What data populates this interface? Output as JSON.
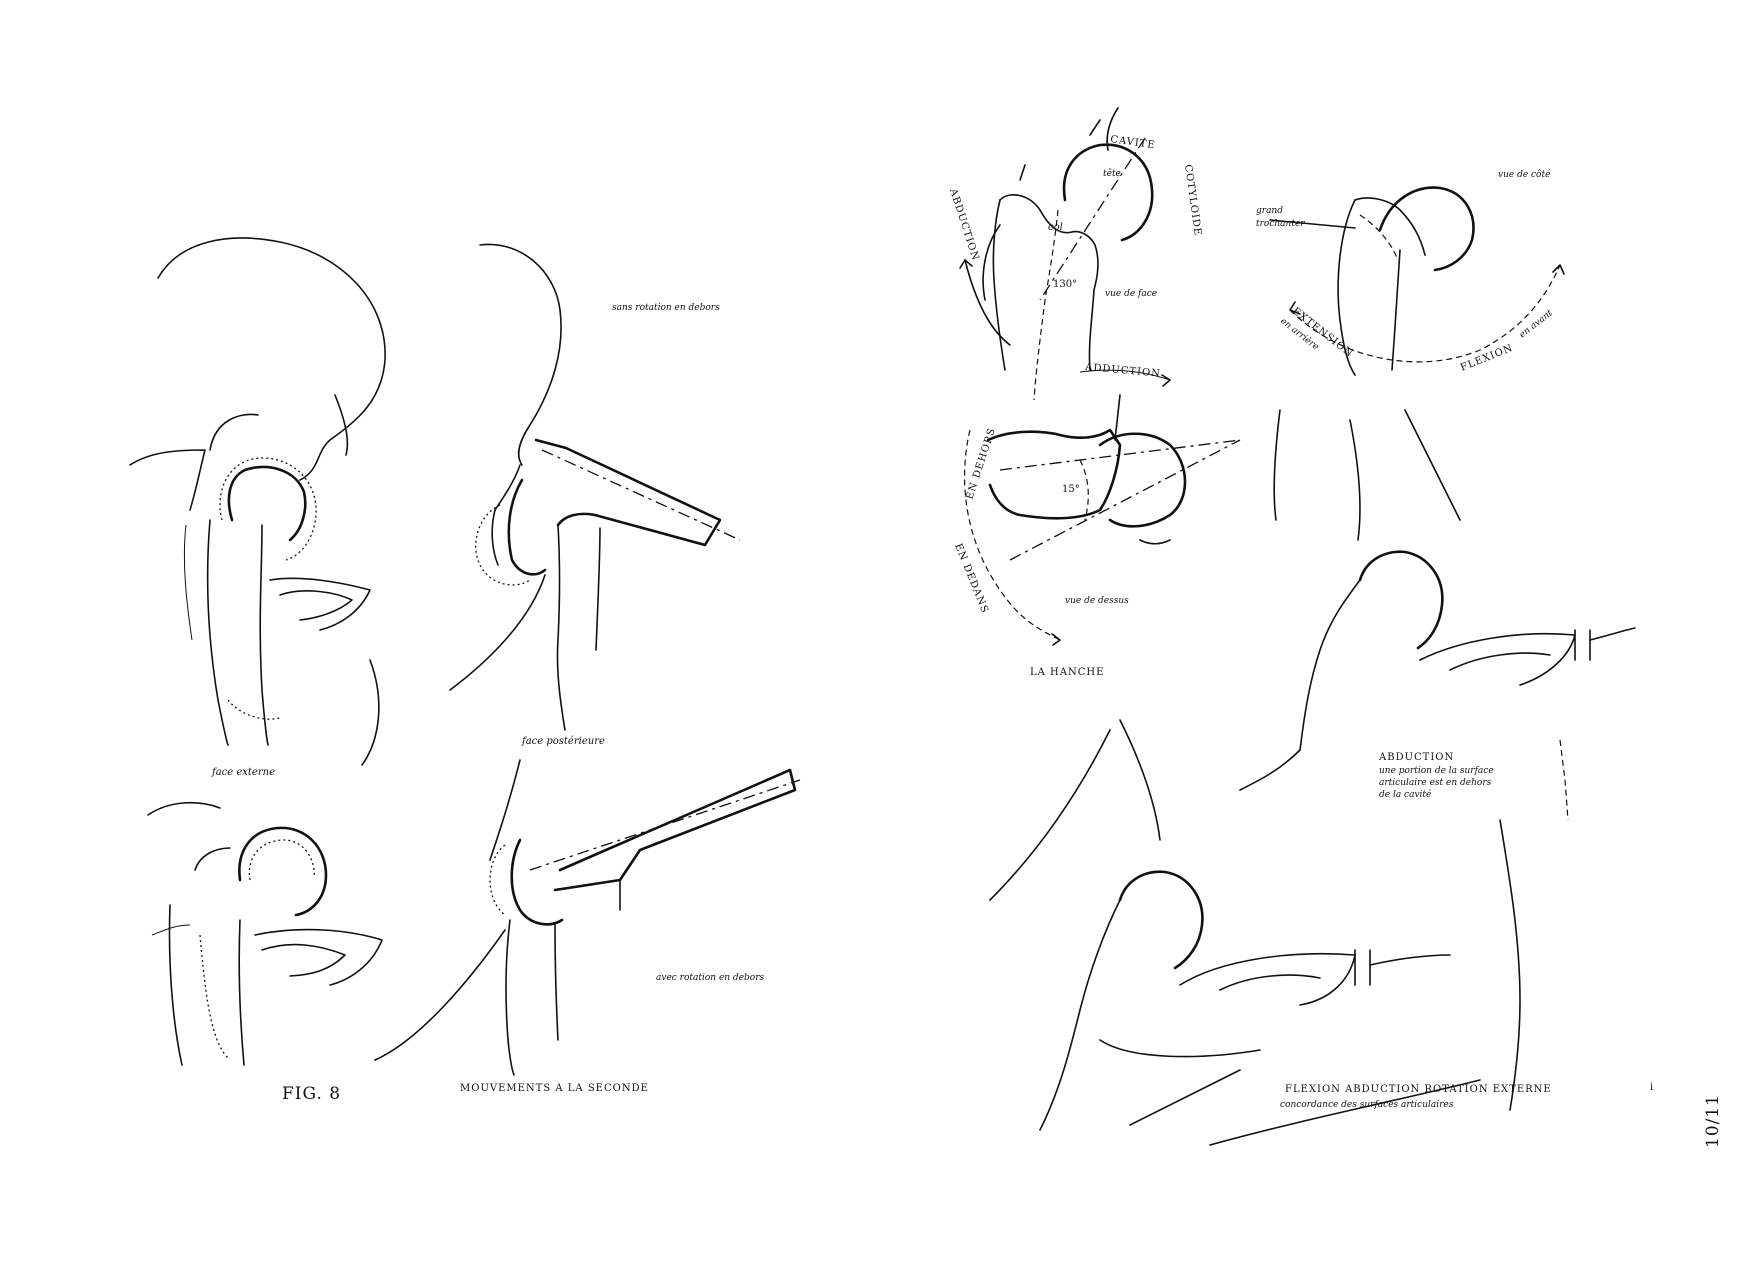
{
  "left_page": {
    "labels": {
      "sans_rotation": "sans rotation en debors",
      "face_externe": "face externe",
      "face_posterieure": "face postérieure",
      "avec_rotation": "avec rotation en debors",
      "fig": "FIG. 8",
      "mouvements": "MOUVEMENTS A LA SECONDE"
    }
  },
  "right_page": {
    "labels": {
      "cavite": "CAVITE",
      "cotyloide": "COTYLOIDE",
      "tete": "tête",
      "col": "col",
      "angle_130": "130°",
      "vue_de_face": "vue de face",
      "abduction_arc": "ABDUCTION",
      "adduction": "ADDUCTION",
      "angle_15": "15°",
      "en_dehors": "EN DEHORS",
      "en_dedans": "EN DEDANS",
      "vue_de_dessus": "vue de dessus",
      "la_hanche": "LA HANCHE",
      "vue_de_cote": "vue de côté",
      "grand": "grand",
      "trochanter": "trochanter",
      "extension": "EXTENSION",
      "en_arriere": "en arrière",
      "flexion": "FLEXION",
      "en_avant": "en avant",
      "abduction_title": "ABDUCTION",
      "abduction_note_1": "une portion de la surface",
      "abduction_note_2": "articulaire est en dehors",
      "abduction_note_3": "de la cavité",
      "flexion_title": "FLEXION ABDUCTION ROTATION EXTERNE",
      "flexion_note": "concordance des surfaces articulaires",
      "margin_mark": "i",
      "page_number": "10/11"
    }
  }
}
